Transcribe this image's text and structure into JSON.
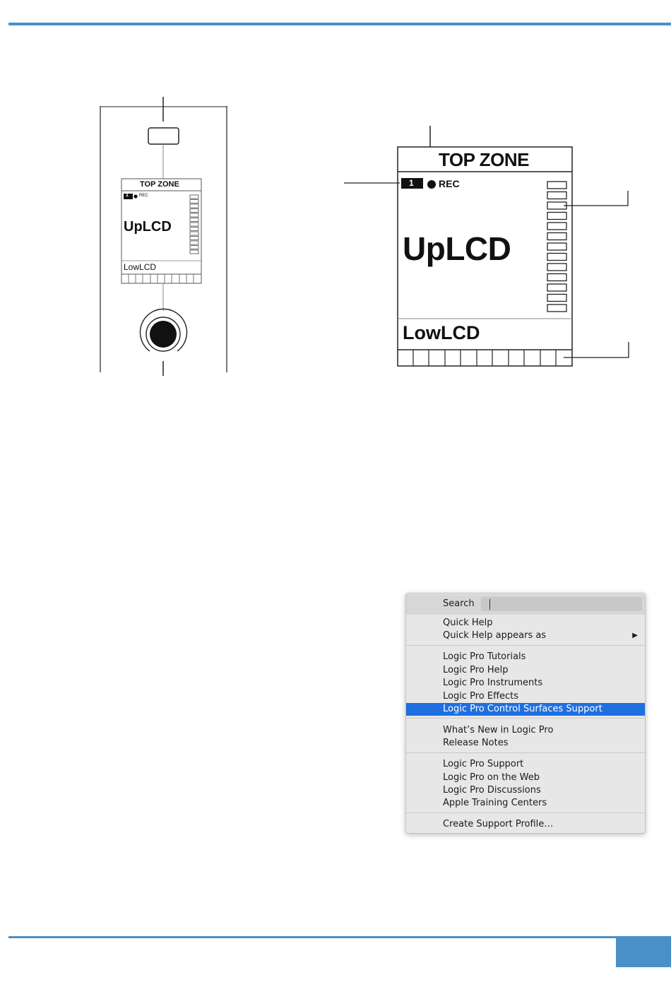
{
  "figure_small": {
    "top_zone": "TOP ZONE",
    "channel_number": "1",
    "rec": "REC",
    "up_lcd": "UpLCD",
    "low_lcd": "LowLCD"
  },
  "figure_large": {
    "top_zone": "TOP ZONE",
    "channel_number": "1",
    "rec": "REC",
    "up_lcd": "UpLCD",
    "low_lcd": "LowLCD"
  },
  "help_menu": {
    "search_label": "Search",
    "search_value": "",
    "groups": [
      [
        {
          "label": "Quick Help"
        },
        {
          "label": "Quick Help appears as",
          "submenu": true
        }
      ],
      [
        {
          "label": "Logic Pro Tutorials"
        },
        {
          "label": "Logic Pro Help"
        },
        {
          "label": "Logic Pro Instruments"
        },
        {
          "label": "Logic Pro Effects"
        },
        {
          "label": "Logic Pro Control Surfaces Support",
          "selected": true
        }
      ],
      [
        {
          "label": "What’s New in Logic Pro"
        },
        {
          "label": "Release Notes"
        }
      ],
      [
        {
          "label": "Logic Pro Support"
        },
        {
          "label": "Logic Pro on the Web"
        },
        {
          "label": "Logic Pro Discussions"
        },
        {
          "label": "Apple Training Centers"
        }
      ],
      [
        {
          "label": "Create Support Profile…"
        }
      ]
    ],
    "submenu_glyph": "▶",
    "selection_color": "#1e6fe0"
  },
  "accent_color": "#4a90c8"
}
